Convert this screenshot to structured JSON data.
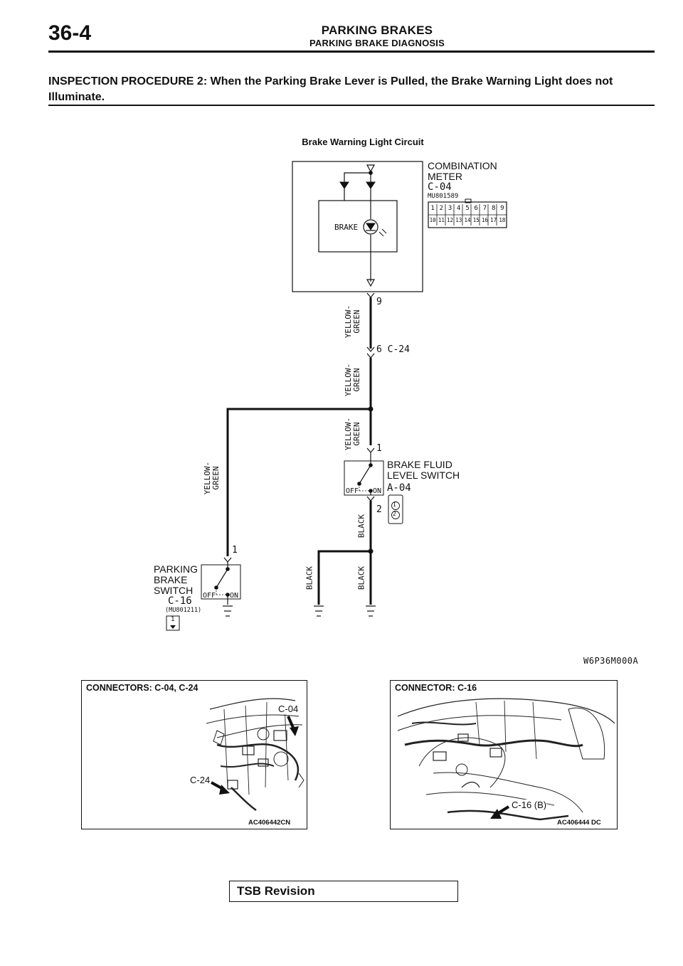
{
  "header": {
    "page_number": "36-4",
    "title": "PARKING BRAKES",
    "subtitle": "PARKING BRAKE DIAGNOSIS"
  },
  "heading": "INSPECTION PROCEDURE 2: When the Parking Brake Lever is Pulled, the Brake Warning Light does not Illuminate.",
  "diagram": {
    "title": "Brake Warning Light Circuit",
    "combination_meter": {
      "line1": "COMBINATION",
      "line2": "METER",
      "connector": "C-04",
      "part_number": "MU801589",
      "pins_top": [
        "1",
        "2",
        "3",
        "4",
        "5",
        "6",
        "7",
        "8",
        "9"
      ],
      "pins_bottom": [
        "10",
        "11",
        "12",
        "13",
        "14",
        "15",
        "16",
        "17",
        "18"
      ],
      "lamp_label": "BRAKE"
    },
    "pin_9": "9",
    "pin_6_connector": "6 C-24",
    "wire_yellow_green_line1": "YELLOW-",
    "wire_yellow_green_line2": "GREEN",
    "wire_black": "BLACK",
    "brake_fluid_switch": {
      "line1": "BRAKE FLUID",
      "line2": "LEVEL SWITCH",
      "connector": "A-04",
      "pin_top": "1",
      "pin_bottom": "2",
      "off": "OFF",
      "on": "ON",
      "icon_pins": [
        "1",
        "2"
      ]
    },
    "parking_brake_switch": {
      "line1": "PARKING",
      "line2": "BRAKE",
      "line3": "SWITCH",
      "connector": "C-16",
      "part_number": "(MU801211)",
      "pin": "1",
      "off": "OFF",
      "on": "ON",
      "icon_pin": "1"
    },
    "figure_code": "W6P36M000A"
  },
  "photos": [
    {
      "title": "CONNECTORS: C-04, C-24",
      "callouts": [
        "C-04",
        "C-24"
      ],
      "code": "AC406442CN"
    },
    {
      "title": "CONNECTOR: C-16",
      "callouts": [
        "C-16 (B)"
      ],
      "code": "AC406444 DC"
    }
  ],
  "footer": {
    "tsb_label": "TSB Revision"
  }
}
